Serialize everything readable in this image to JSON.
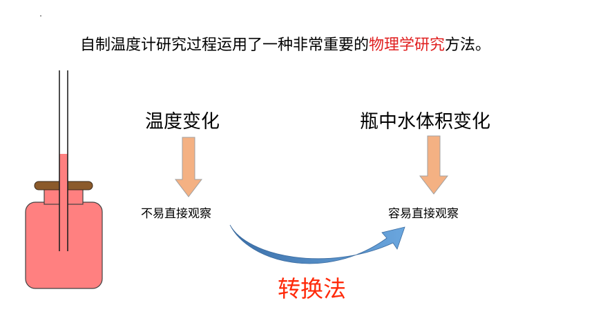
{
  "headline": {
    "before": "自制温度计研究过程运用了一种非常重要的",
    "highlight": "物理学研究",
    "after": "方法。"
  },
  "left_column": {
    "title": "温度变化",
    "caption": "不易直接观察"
  },
  "right_column": {
    "title": "瓶中水体积变化",
    "caption": "容易直接观察"
  },
  "method_label": "转换法",
  "colors": {
    "highlight": "#e02020",
    "method": "#ff2a0a",
    "down_arrow": "#f4b183",
    "curved_arrow": "#4a86c5",
    "bottle_liquid": "#ff8080",
    "stopper": "#8b5a2b"
  }
}
